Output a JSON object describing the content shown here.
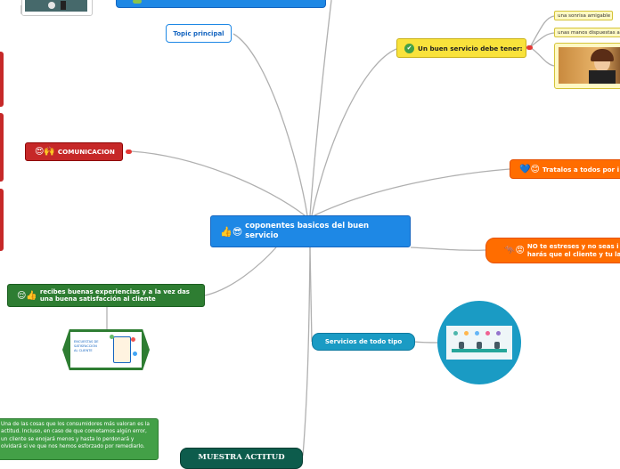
{
  "central": {
    "icons": "👍😎",
    "label": "coponentes basicos del buen servicio"
  },
  "topic_principal": {
    "label": "Topic principal"
  },
  "buen_servicio": {
    "icon": "✔",
    "label": "Un buen servicio debe tener:",
    "items": [
      "una sonrisa amigable",
      "unas manos dispuestas a"
    ]
  },
  "tratalos": {
    "icons": "💙😊",
    "label": "Tratalos a todos por i"
  },
  "no_estreses": {
    "icons": "🦘😡",
    "label": "NO te estreses y no seas i harás que el cliente y tu la"
  },
  "comunicacion": {
    "icons": "😍🙌",
    "label": "COMUNICACION"
  },
  "experiencias": {
    "icons": "😌👍",
    "label": "recibes buenas experiencias y a la vez das una buena satisfacción al cliente"
  },
  "encuestas_image": {
    "line1": "ENCUESTAS DE",
    "line2": "SATISFACCIÓN",
    "line3": "AL CLIENTE"
  },
  "servicios": {
    "label": "Servicios de todo tipo"
  },
  "muestra": {
    "label": "MUESTRA ACTITUD"
  },
  "actitud_note": {
    "text": "Una de las cosas que los consumidores más valoran es la actitud. Incluso, en caso de que cometamos algún error, un cliente se enojará menos y hasta lo perdonará y olvidará si ve que nos hemos esforzado por remediarlo."
  },
  "colors": {
    "central": "#1e88e5",
    "yellow": "#f9e23b",
    "orange": "#ff6d00",
    "red": "#c62828",
    "green": "#2e7d32",
    "teal": "#1a9bc4",
    "dark_green": "#0d5c4c",
    "note_green": "#43a047"
  }
}
